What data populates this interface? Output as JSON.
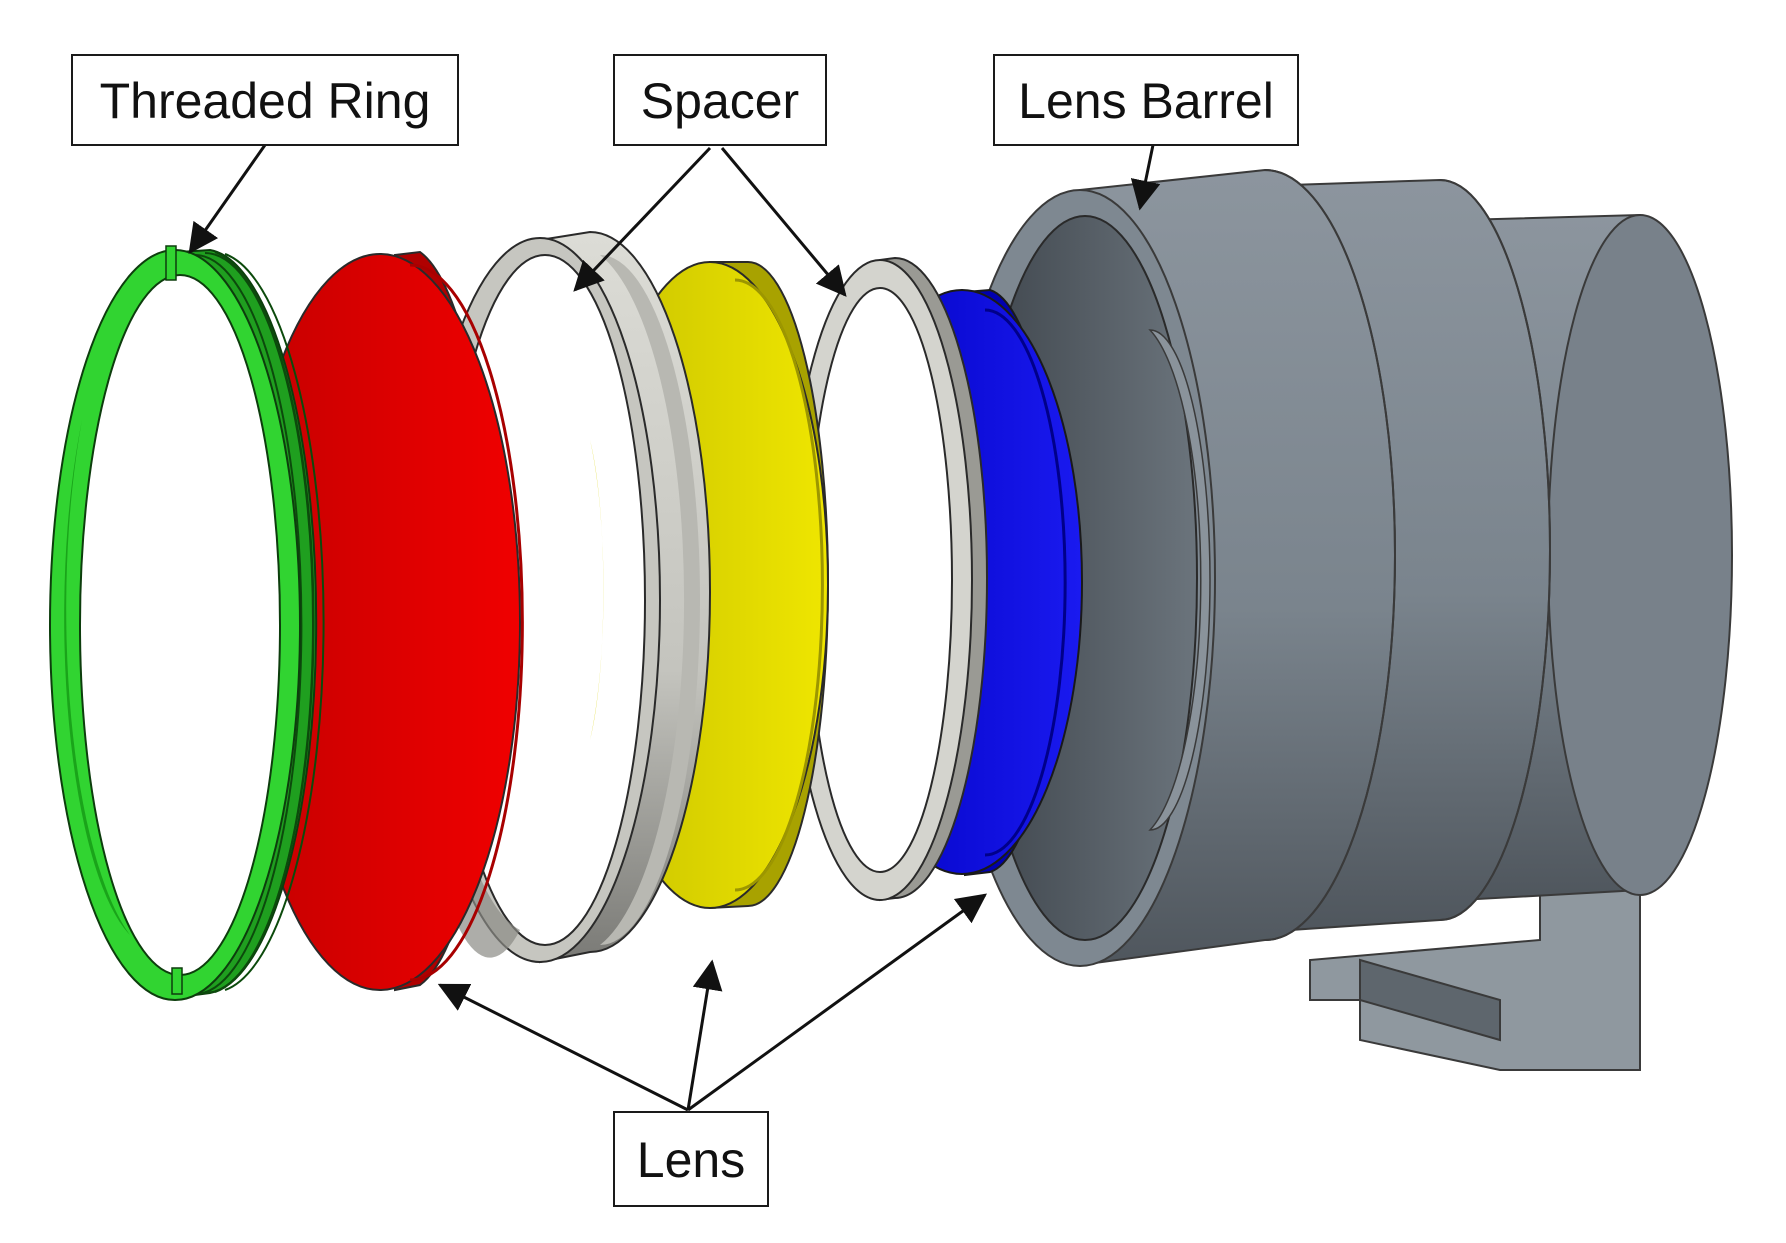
{
  "labels": {
    "threaded_ring": "Threaded Ring",
    "spacer": "Spacer",
    "lens_barrel": "Lens Barrel",
    "lens": "Lens"
  },
  "colors": {
    "threaded_ring": "#2fd52f",
    "lens_red": "#e80000",
    "spacer": "#d2d2cc",
    "lens_yellow": "#e2dc00",
    "lens_blue": "#0a0ad8",
    "barrel": "#7d8790",
    "leader_lines": "#111111"
  }
}
